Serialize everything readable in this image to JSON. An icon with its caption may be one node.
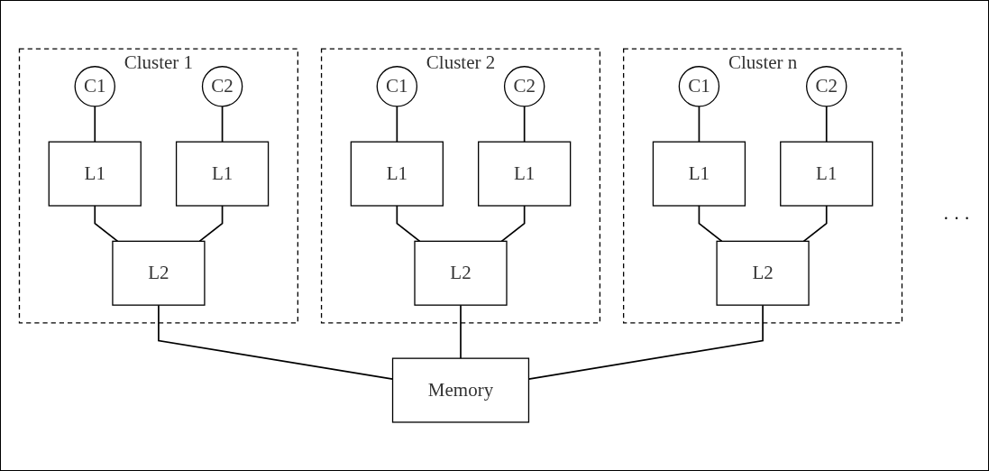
{
  "diagram": {
    "nodes": [
      {
        "text": [
          "Cluster 1"
        ]
      },
      {
        "text": [
          "C1"
        ],
        "in": 0
      },
      {
        "text": [
          "C2"
        ],
        "in": 0
      },
      {
        "text": [
          "L1"
        ],
        "in": 0
      },
      {
        "text": [
          "L1"
        ],
        "in": 0
      },
      {
        "text": [
          "L2"
        ],
        "in": 0
      },
      {
        "text": [
          "Cluster 2"
        ]
      },
      {
        "text": [
          "C1"
        ],
        "in": 6
      },
      {
        "text": [
          "C2"
        ],
        "in": 6
      },
      {
        "text": [
          "L1"
        ],
        "in": 6
      },
      {
        "text": [
          "L1"
        ],
        "in": 6
      },
      {
        "text": [
          "L2"
        ],
        "in": 6
      },
      {
        "text": [
          "Cluster n"
        ]
      },
      {
        "text": [
          "C1"
        ],
        "in": 12
      },
      {
        "text": [
          "C2"
        ],
        "in": 12
      },
      {
        "text": [
          "L1"
        ],
        "in": 12
      },
      {
        "text": [
          "L1"
        ],
        "in": 12
      },
      {
        "text": [
          "L2"
        ],
        "in": 12
      },
      {
        "text": [
          "Memory"
        ]
      }
    ],
    "edges": [
      {
        "from": 1,
        "to": 3,
        "arrow": "none"
      },
      {
        "from": 2,
        "to": 4,
        "arrow": "none"
      },
      {
        "from": 3,
        "to": 5,
        "arrow": "none"
      },
      {
        "from": 4,
        "to": 5,
        "arrow": "none"
      },
      {
        "from": 7,
        "to": 9,
        "arrow": "none"
      },
      {
        "from": 8,
        "to": 10,
        "arrow": "none"
      },
      {
        "from": 9,
        "to": 11,
        "arrow": "none"
      },
      {
        "from": 10,
        "to": 11,
        "arrow": "none"
      },
      {
        "from": 13,
        "to": 15,
        "arrow": "none"
      },
      {
        "from": 14,
        "to": 16,
        "arrow": "none"
      },
      {
        "from": 15,
        "to": 17,
        "arrow": "none"
      },
      {
        "from": 16,
        "to": 17,
        "arrow": "none"
      },
      {
        "from": 5,
        "to": 18,
        "arrow": "none"
      },
      {
        "from": 11,
        "to": 18,
        "arrow": "none"
      },
      {
        "from": 17,
        "to": 18,
        "arrow": "none"
      }
    ],
    "labels": [
      "· · ·"
    ]
  }
}
